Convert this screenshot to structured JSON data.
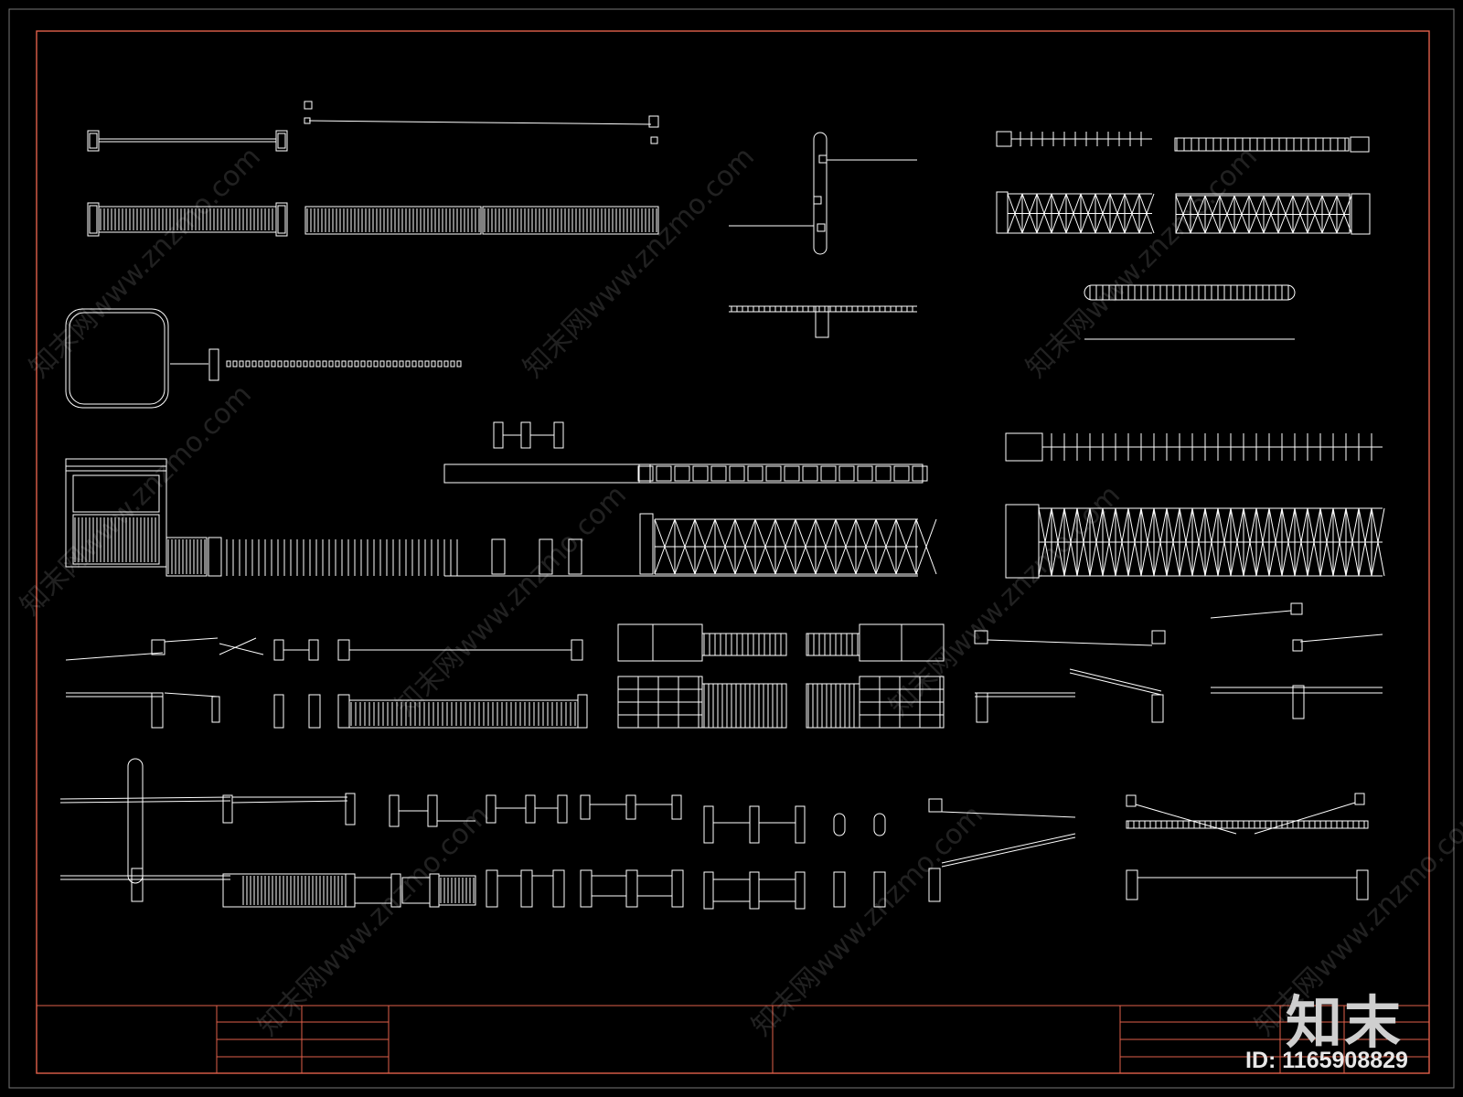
{
  "drawing": {
    "background": "#000000",
    "line_color": "#ffffff",
    "frame_color": "#e0604a"
  },
  "watermark": {
    "text": "知末网www.znzmo.com"
  },
  "brand": {
    "logo_text": "知末",
    "id_label": "ID: 1165908829"
  },
  "title_block": {
    "left_table_rows": 4,
    "right_table_rows": 4
  }
}
